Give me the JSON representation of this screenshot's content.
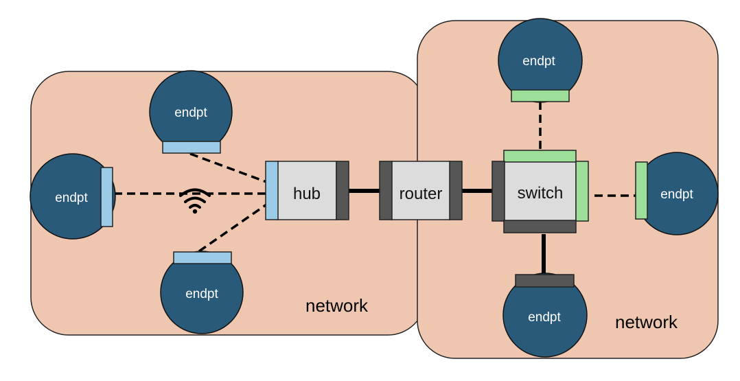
{
  "colors": {
    "network_fill": "#efc7b0",
    "endpoint_fill": "#2a5a7a",
    "hub_port": "#9ccbe8",
    "switch_port": "#9ddf99",
    "device_fill": "#dcdcdc",
    "wired_port": "#565656",
    "link": "#000000"
  },
  "networks": [
    {
      "id": "left",
      "label": "network"
    },
    {
      "id": "right",
      "label": "network"
    }
  ],
  "devices": {
    "hub": {
      "label": "hub"
    },
    "router": {
      "label": "router"
    },
    "switch": {
      "label": "switch"
    }
  },
  "endpoints": [
    {
      "id": "hub-top",
      "label": "endpt"
    },
    {
      "id": "hub-left",
      "label": "endpt"
    },
    {
      "id": "hub-bottom",
      "label": "endpt"
    },
    {
      "id": "switch-top",
      "label": "endpt"
    },
    {
      "id": "switch-right",
      "label": "endpt"
    },
    {
      "id": "switch-bottom",
      "label": "endpt"
    }
  ],
  "icons": {
    "wireless": "wifi-icon"
  }
}
